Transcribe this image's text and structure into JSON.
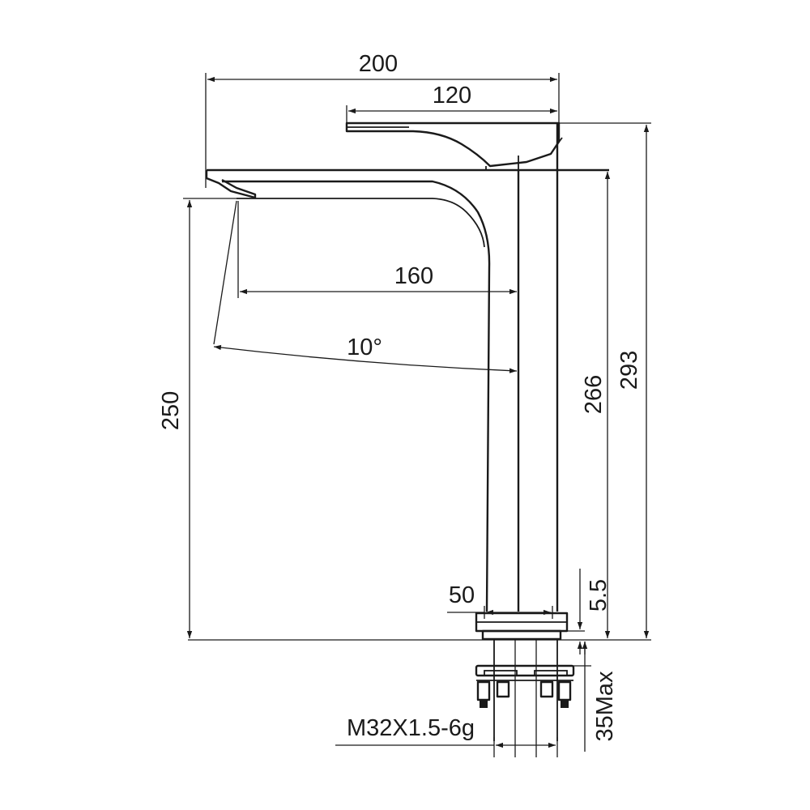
{
  "drawing": {
    "dimensions": {
      "overall_width": "200",
      "handle_length": "120",
      "spout_reach": "160",
      "spout_angle": "10°",
      "spout_height": "250",
      "body_height": "266",
      "total_height": "293",
      "base_diameter": "50",
      "base_thickness": "5.5",
      "mounting_max": "35Max",
      "thread_spec": "M32X1.5-6g"
    },
    "line_color": "#1a1a1a",
    "background": "#ffffff"
  }
}
